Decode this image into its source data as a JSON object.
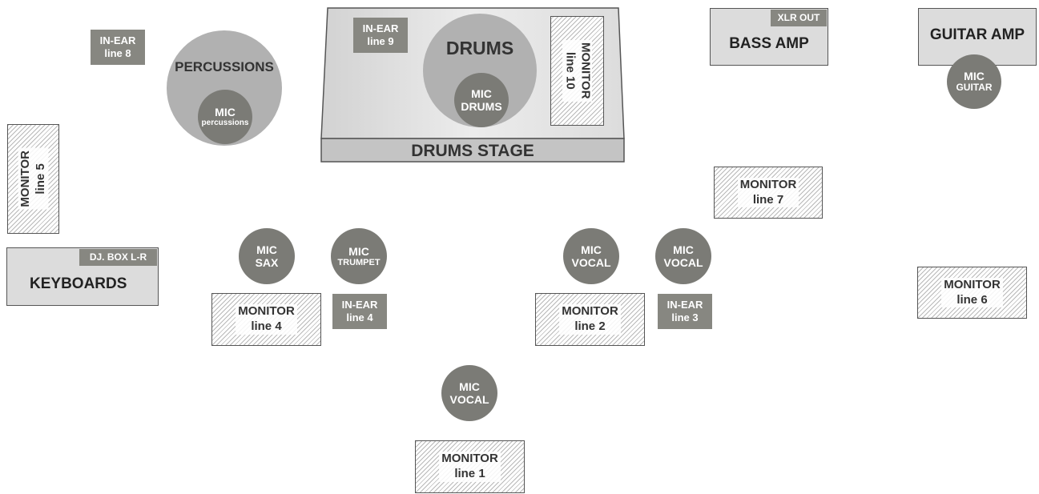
{
  "drums_stage": {
    "label": "DRUMS STAGE",
    "drums": "DRUMS",
    "mic_drums": [
      "MIC",
      "DRUMS"
    ],
    "in_ear_9": [
      "IN-EAR",
      "line 9"
    ],
    "monitor_10": [
      "MONITOR",
      "line 10"
    ]
  },
  "percussions": {
    "label": "PERCUSSIONS",
    "mic": [
      "MIC",
      "percussions"
    ],
    "in_ear_8": [
      "IN-EAR",
      "line 8"
    ]
  },
  "bass_amp": {
    "label": "BASS AMP",
    "tag": "XLR OUT"
  },
  "guitar_amp": {
    "label": "GUITAR AMP",
    "mic": [
      "MIC",
      "GUITAR"
    ]
  },
  "keyboards": {
    "label": "KEYBOARDS",
    "tag": "DJ. BOX L-R",
    "monitor_5": [
      "MONITOR",
      "line 5"
    ]
  },
  "monitors": {
    "line7": [
      "MONITOR",
      "line 7"
    ],
    "line6": [
      "MONITOR",
      "line 6"
    ],
    "line4": [
      "MONITOR",
      "line 4"
    ],
    "line2": [
      "MONITOR",
      "line 2"
    ],
    "line1": [
      "MONITOR",
      "line 1"
    ]
  },
  "in_ears": {
    "line4": [
      "IN-EAR",
      "line 4"
    ],
    "line3": [
      "IN-EAR",
      "line 3"
    ]
  },
  "mics": {
    "sax": [
      "MIC",
      "SAX"
    ],
    "trumpet": [
      "MIC",
      "TRUMPET"
    ],
    "vocal_left": [
      "MIC",
      "VOCAL"
    ],
    "vocal_right": [
      "MIC",
      "VOCAL"
    ],
    "vocal_center": [
      "MIC",
      "VOCAL"
    ]
  },
  "colors": {
    "mic_fill": "#7b7b76",
    "tag_fill": "#878781",
    "equipment_fill": "#dcdcdc",
    "stage_fill": "#e9e9e9",
    "circle_fill": "#b1b1b1"
  }
}
